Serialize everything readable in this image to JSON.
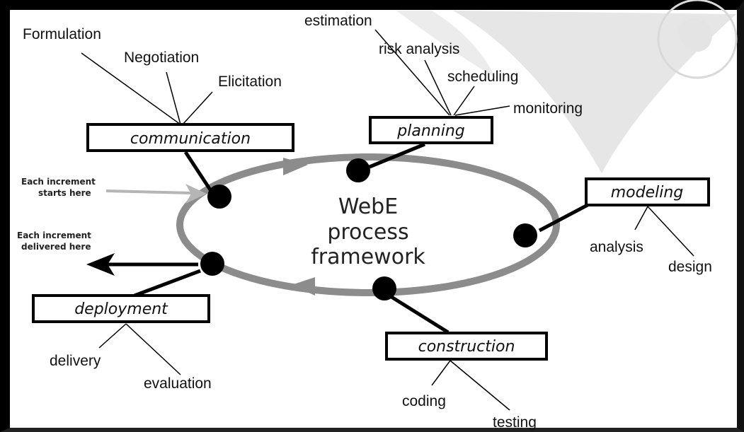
{
  "center": {
    "line1": "WebE",
    "line2": "process",
    "line3": "framework"
  },
  "activities": {
    "communication": {
      "label": "communication",
      "tasks": [
        "Formulation",
        "Negotiation",
        "Elicitation"
      ]
    },
    "planning": {
      "label": "planning",
      "tasks": [
        "estimation",
        "risk analysis",
        "scheduling",
        "monitoring"
      ]
    },
    "modeling": {
      "label": "modeling",
      "tasks": [
        "analysis",
        "design"
      ]
    },
    "construction": {
      "label": "construction",
      "tasks": [
        "coding",
        "testing"
      ]
    },
    "deployment": {
      "label": "deployment",
      "tasks": [
        "delivery",
        "evaluation"
      ]
    }
  },
  "notes": {
    "start_line1": "Each increment",
    "start_line2": "starts here",
    "delivered_line1": "Each increment",
    "delivered_line2": "delivered here"
  },
  "colors": {
    "cycle": "#8c8c8c",
    "node": "#000000",
    "start_arrow": "#b5b5b5",
    "watermark": "#e2e2e2"
  }
}
